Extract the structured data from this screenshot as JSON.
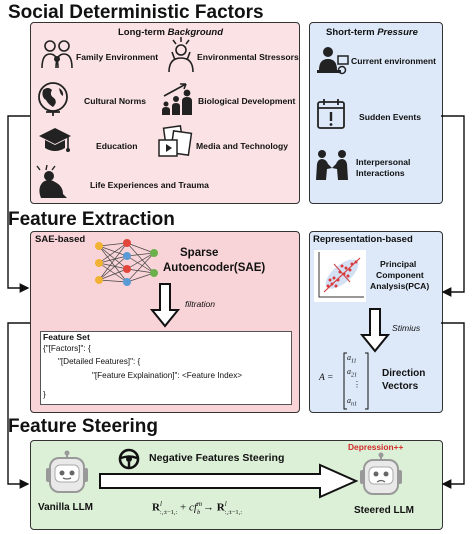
{
  "sections": {
    "social_title": "Social Deterministic Factors",
    "feature_extraction_title": "Feature Extraction",
    "feature_steering_title": "Feature Steering"
  },
  "long_term": {
    "header_prefix": "Long-term ",
    "header_italic": "Background",
    "items": [
      "Family Environment",
      "Environmental Stressors",
      "Cultural Norms",
      "Biological Development",
      "Education",
      "Media and Technology",
      "Life Experiences and Trauma"
    ]
  },
  "short_term": {
    "header_prefix": "Short-term ",
    "header_italic": "Pressure",
    "items": [
      "Current environment",
      "Sudden Events",
      "Interpersonal",
      "Interactions"
    ]
  },
  "sae": {
    "header": "SAE-based",
    "title_line1": "Sparse",
    "title_line2": "Autoencoder(SAE)",
    "filtration": "filtration",
    "feature_set_title": "Feature Set",
    "code_lines": [
      "{\"[Factors]\": {",
      "\"[Detailed Features]\": {",
      "\"[Feature Explaination]\": <Feature Index>",
      "}"
    ]
  },
  "rep": {
    "header": "Representation-based",
    "pca_line1": "Principal",
    "pca_line2": "Component",
    "pca_line3": "Analysis(PCA)",
    "stimius": "Stimius",
    "matrix_lhs": "A =",
    "matrix_entries": [
      "a11",
      "a21",
      "⋮",
      "an1"
    ],
    "direction_line1": "Direction",
    "direction_line2": "Vectors"
  },
  "steering": {
    "negative_label": "Negative Features Steering",
    "depression": "Depression++",
    "vanilla": "Vanilla LLM",
    "steered": "Steered LLM",
    "formula": "R^l_{:,:t−1,:} + c f^m_b → R^l_{:,:t−1,:}"
  },
  "colors": {
    "pink_panel": "#fbe3e5",
    "sae_panel": "#f8d3d7",
    "blue_panel": "#dde9f9",
    "green_panel": "#dcefd7",
    "depression_red": "#d22a2a",
    "scatter_red": "#d93a3a"
  }
}
